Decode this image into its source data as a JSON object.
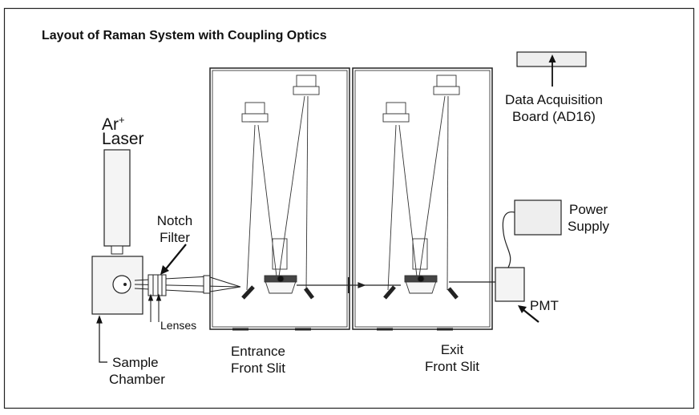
{
  "title": "Layout of Raman System with Coupling Optics",
  "labels": {
    "laser_line1": "Ar",
    "laser_sup": "+",
    "laser_line2": "Laser",
    "notch_line1": "Notch",
    "notch_line2": "Filter",
    "lenses": "Lenses",
    "sample_line1": "Sample",
    "sample_line2": "Chamber",
    "entrance_line1": "Entrance",
    "entrance_line2": "Front Slit",
    "exit_line1": "Exit",
    "exit_line2": "Front Slit",
    "daq_line1": "Data Acquisition",
    "daq_line2": "Board (AD16)",
    "power_line1": "Power",
    "power_line2": "Supply",
    "pmt": "PMT"
  },
  "colors": {
    "line": "#1a1a1a",
    "box_fill": "#eeeeee",
    "housing": "#f2f2f2",
    "beam": "#333333"
  }
}
